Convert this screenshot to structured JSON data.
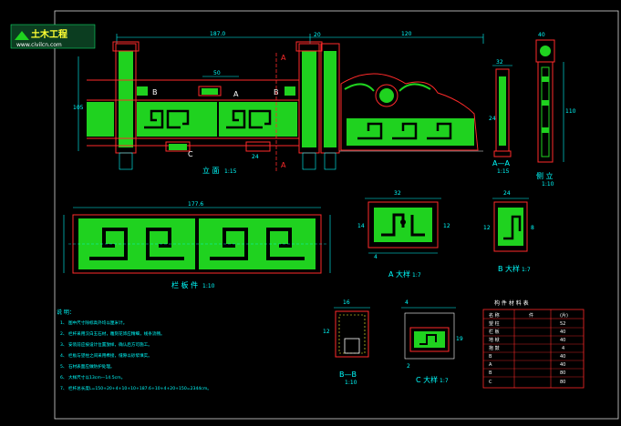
{
  "logo": {
    "title": "土木工程",
    "url": "www.civilcn.com"
  },
  "views": {
    "main_title": "立 面",
    "main_scale": "1:15",
    "aa_title": "A—A",
    "aa_scale": "1:15",
    "side_title": "侧 立",
    "side_scale": "1:10",
    "panel_title": "栏 板 件",
    "panel_scale": "1:10",
    "a_detail_title": "A 大样",
    "a_detail_scale": "1:7",
    "b_detail_title": "B 大样",
    "b_detail_scale": "1:7",
    "bb_title": "B—B",
    "bb_scale": "1:10",
    "c_detail_title": "C 大样",
    "c_detail_scale": "1:7"
  },
  "section_marks": {
    "a": "A",
    "b": "B",
    "c": "C"
  },
  "dims": {
    "top_main": "187.0",
    "top_right": "120",
    "post_w": "20",
    "mid_span": "50",
    "left_h": "105",
    "detail_24": "24",
    "panel_w": "177.6",
    "aa_32": "32",
    "aa_24": "24",
    "side_40": "40",
    "side_110": "110",
    "a_32": "32",
    "a_14": "14",
    "a_12": "12",
    "a_4": "4",
    "b_24": "24",
    "b_12": "12",
    "b_8": "8",
    "bb_16": "16",
    "bb_12": "12",
    "c_4": "4",
    "c_19": "19",
    "c_2": "2"
  },
  "notes": {
    "header": "说 明：",
    "items": [
      "1、 图中尺寸除标高外均以厘米计。",
      "2、 栏杆采用汉白玉石材，雕刻花饰应精细，线条流畅。",
      "3、 安装前应按设计位置放样，确认后方可施工。",
      "4、 栏板与望柱之间采用榫接，缝隙以砂浆填实。",
      "5、 石材表面应做防护处理。",
      "6、 大样尺寸以13cm—14.5cm。",
      "7、 栏杆总长度L=150+20+4+10+10+187.6+10+4+20+150=2344cm。"
    ]
  },
  "table": {
    "title": "构 件 材 料 表",
    "headers": [
      "名 称",
      "件",
      "(片)"
    ],
    "rows": [
      [
        "望 柱",
        "",
        "52"
      ],
      [
        "栏 板",
        "",
        "40"
      ],
      [
        "地 栿",
        "",
        "40"
      ],
      [
        "抱 鼓",
        "",
        "4"
      ],
      [
        "B",
        "",
        "40"
      ],
      [
        "A",
        "",
        "40"
      ],
      [
        "B",
        "",
        "80"
      ],
      [
        "C",
        "",
        "80"
      ]
    ]
  },
  "colors": {
    "background": "#000000",
    "dimension": "#00ffff",
    "outline": "#ff2a2a",
    "fill": "#1fd21f"
  }
}
